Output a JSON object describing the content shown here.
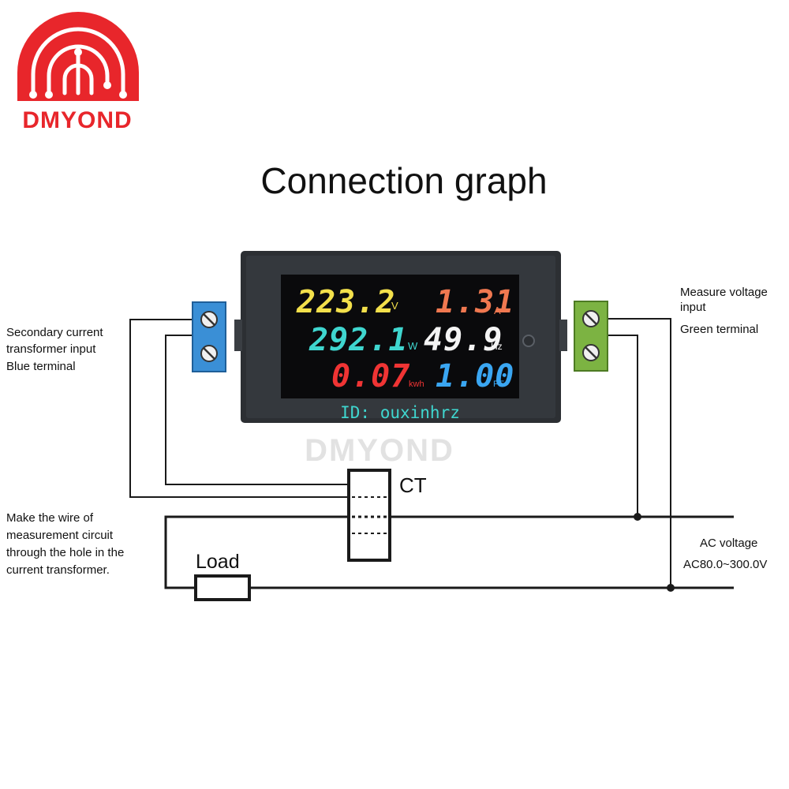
{
  "brand": {
    "name": "DMYOND",
    "logo_color": "#e8262b"
  },
  "title": "Connection graph",
  "meter": {
    "readings": [
      {
        "value": "223.2",
        "unit": "V",
        "color": "#f3e04b"
      },
      {
        "value": "1.31",
        "unit": "A",
        "color": "#f07850"
      },
      {
        "value": "292.1",
        "unit": "W",
        "color": "#3fd6cf"
      },
      {
        "value": "49.9",
        "unit": "Hz",
        "color": "#f4f4f4"
      },
      {
        "value": "0.07",
        "unit": "kwh",
        "color": "#f03434"
      },
      {
        "value": "1.00",
        "unit": "PF",
        "color": "#3aa6f2"
      }
    ],
    "id_text": "ID: ouxinhrz",
    "id_color": "#3fd6cf"
  },
  "watermark": "DMYOND",
  "labels": {
    "left_terminal": [
      "Secondary current",
      "transformer input",
      "Blue terminal"
    ],
    "right_terminal": [
      "Measure voltage",
      "input",
      "Green terminal"
    ],
    "ct": "CT",
    "instruction": [
      "Make the wire of",
      "measurement circuit",
      "through the hole in the",
      "current transformer."
    ],
    "load": "Load",
    "ac_voltage": "AC voltage",
    "ac_range": "AC80.0~300.0V"
  },
  "colors": {
    "blue_terminal": "#3a8fd6",
    "green_terminal": "#7cb342",
    "meter_bezel": "#2c2f33",
    "screen": "#0a0a0c"
  }
}
